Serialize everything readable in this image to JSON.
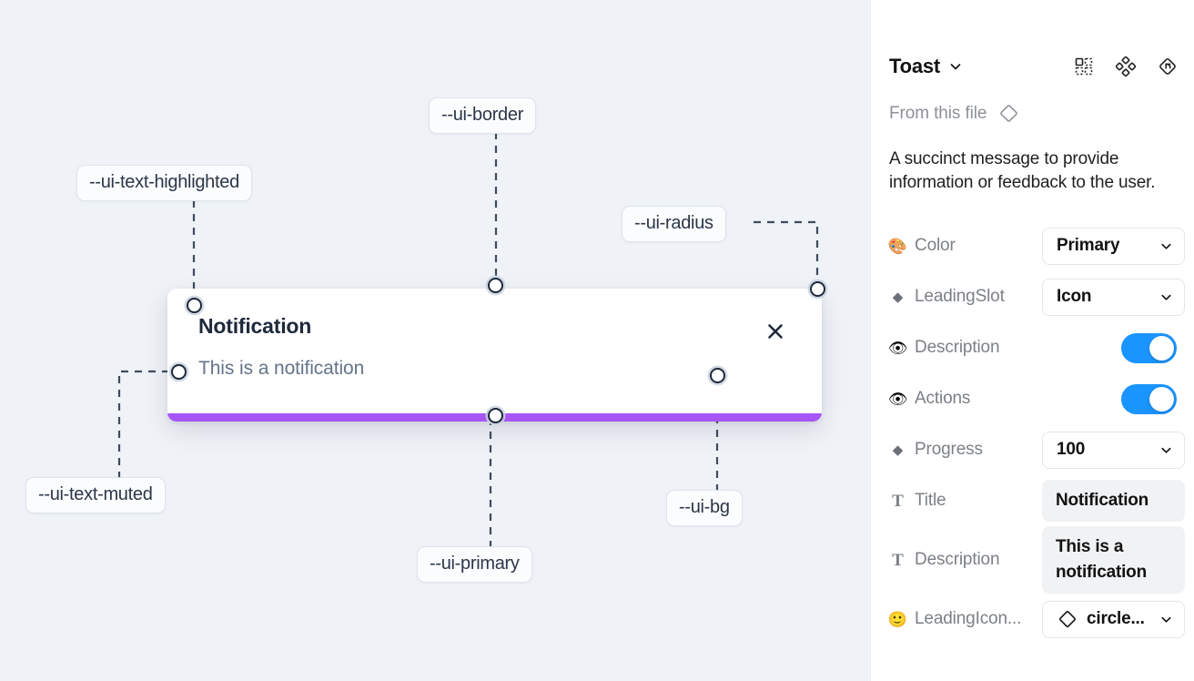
{
  "canvas": {
    "background_color": "#eff2f7",
    "toast": {
      "title": "Notification",
      "description": "This is a notification",
      "close_icon": "close-icon",
      "progress_color": "#a855f7",
      "background_color": "#ffffff"
    },
    "tokens": [
      {
        "name": "--ui-text-highlighted"
      },
      {
        "name": "--ui-border"
      },
      {
        "name": "--ui-radius"
      },
      {
        "name": "--ui-text-muted"
      },
      {
        "name": "--ui-primary"
      },
      {
        "name": "--ui-bg"
      }
    ]
  },
  "panel": {
    "title": "Toast",
    "title_caret_icon": "chevron-down-icon",
    "header_icons": [
      {
        "name": "component-icon"
      },
      {
        "name": "component-set-icon"
      },
      {
        "name": "reset-instance-icon"
      }
    ],
    "from_file": {
      "label": "From this file",
      "icon": "diamond-icon"
    },
    "description": "A succinct message to provide information or feedback to the user.",
    "accent_color": "#1a94ff",
    "properties": [
      {
        "icon": "palette-emoji",
        "glyph": "🎨",
        "label": "Color",
        "control": "select",
        "value": "Primary"
      },
      {
        "icon": "diamond-icon",
        "glyph": "◆",
        "label": "LeadingSlot",
        "control": "select",
        "value": "Icon"
      },
      {
        "icon": "eye-emoji",
        "glyph": "👁",
        "label": "Description",
        "control": "toggle",
        "value": "on"
      },
      {
        "icon": "eye-emoji",
        "glyph": "👁",
        "label": "Actions",
        "control": "toggle",
        "value": "on"
      },
      {
        "icon": "diamond-icon",
        "glyph": "◆",
        "label": "Progress",
        "control": "select",
        "value": "100"
      },
      {
        "icon": "text-glyph",
        "glyph": "T",
        "label": "Title",
        "control": "text",
        "value": "Notification"
      },
      {
        "icon": "text-glyph",
        "glyph": "T",
        "label": "Description",
        "control": "text",
        "value": "This is a notification"
      },
      {
        "icon": "smiley-emoji",
        "glyph": "🙂",
        "label": "LeadingIcon...",
        "control": "icon-select",
        "value": "circle..."
      }
    ]
  }
}
